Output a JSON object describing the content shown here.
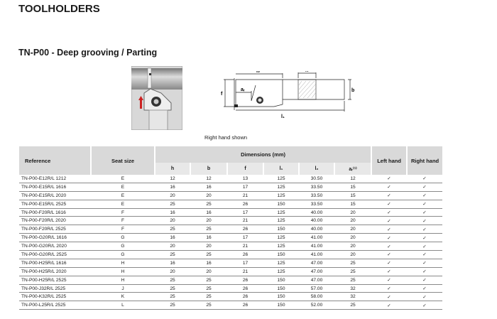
{
  "title": "TOOLHOLDERS",
  "subtitle": "TN-P00 - Deep grooving / Parting",
  "caption": "Right hand shown",
  "diagram_labels": {
    "l2": "l₂",
    "ar": "aᵣ",
    "f": "f",
    "h": "h",
    "b": "b",
    "l1": "l₁"
  },
  "table": {
    "headers": {
      "reference": "Reference",
      "seat": "Seat size",
      "dimensions": "Dimensions (mm)",
      "left": "Left hand",
      "right": "Right hand",
      "h": "h",
      "b": "b",
      "f": "f",
      "l1": "l₁",
      "l2": "l₂",
      "ar": "aᵣ⁽¹⁾"
    },
    "rows": [
      [
        "TN-P00-E12R/L 1212",
        "E",
        "12",
        "12",
        "13",
        "125",
        "30.50",
        "12",
        "✓",
        "✓"
      ],
      [
        "TN-P00-E15R/L 1616",
        "E",
        "16",
        "16",
        "17",
        "125",
        "33.50",
        "15",
        "✓",
        "✓"
      ],
      [
        "TN-P00-E15R/L 2020",
        "E",
        "20",
        "20",
        "21",
        "125",
        "33.50",
        "15",
        "✓",
        "✓"
      ],
      [
        "TN-P00-E15R/L 2525",
        "E",
        "25",
        "25",
        "26",
        "150",
        "33.50",
        "15",
        "✓",
        "✓"
      ],
      [
        "TN-P00-F20R/L 1616",
        "F",
        "16",
        "16",
        "17",
        "125",
        "40.00",
        "20",
        "✓",
        "✓"
      ],
      [
        "TN-P00-F20R/L 2020",
        "F",
        "20",
        "20",
        "21",
        "125",
        "40.00",
        "20",
        "✓",
        "✓"
      ],
      [
        "TN-P00-F20R/L 2525",
        "F",
        "25",
        "25",
        "26",
        "150",
        "40.00",
        "20",
        "✓",
        "✓"
      ],
      [
        "TN-P00-G20R/L 1616",
        "G",
        "16",
        "16",
        "17",
        "125",
        "41.00",
        "20",
        "✓",
        "✓"
      ],
      [
        "TN-P00-G20R/L 2020",
        "G",
        "20",
        "20",
        "21",
        "125",
        "41.00",
        "20",
        "✓",
        "✓"
      ],
      [
        "TN-P00-G20R/L 2525",
        "G",
        "25",
        "25",
        "26",
        "150",
        "41.00",
        "20",
        "✓",
        "✓"
      ],
      [
        "TN-P00-H25R/L 1616",
        "H",
        "16",
        "16",
        "17",
        "125",
        "47.00",
        "25",
        "✓",
        "✓"
      ],
      [
        "TN-P00-H25R/L 2020",
        "H",
        "20",
        "20",
        "21",
        "125",
        "47.00",
        "25",
        "✓",
        "✓"
      ],
      [
        "TN-P00-H25R/L 2525",
        "H",
        "25",
        "25",
        "26",
        "150",
        "47.00",
        "25",
        "✓",
        "✓"
      ],
      [
        "TN-P00-J32R/L 2525",
        "J",
        "25",
        "25",
        "26",
        "150",
        "57.00",
        "32",
        "✓",
        "✓"
      ],
      [
        "TN-P00-K32R/L 2525",
        "K",
        "25",
        "25",
        "26",
        "150",
        "58.00",
        "32",
        "✓",
        "✓"
      ],
      [
        "TN-P00-L25R/L 2525",
        "L",
        "25",
        "25",
        "26",
        "150",
        "52.00",
        "25",
        "✓",
        "✓"
      ]
    ]
  }
}
